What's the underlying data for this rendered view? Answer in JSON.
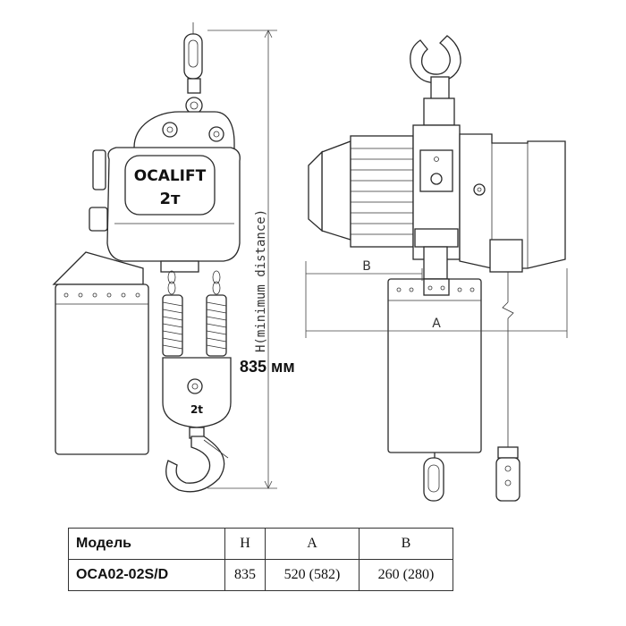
{
  "drawing": {
    "brand": "OCALIFT",
    "capacity_label": "2т",
    "hook_block_label": "2t",
    "dimension_h_label": "H(minimum distance)",
    "dimension_a_label": "A",
    "dimension_b_label": "B"
  },
  "callout": "835 мм",
  "table": {
    "headers": [
      "Модель",
      "H",
      "A",
      "B"
    ],
    "rows": [
      [
        "OCA02-02S/D",
        "835",
        "520 (582)",
        "260 (280)"
      ]
    ]
  }
}
